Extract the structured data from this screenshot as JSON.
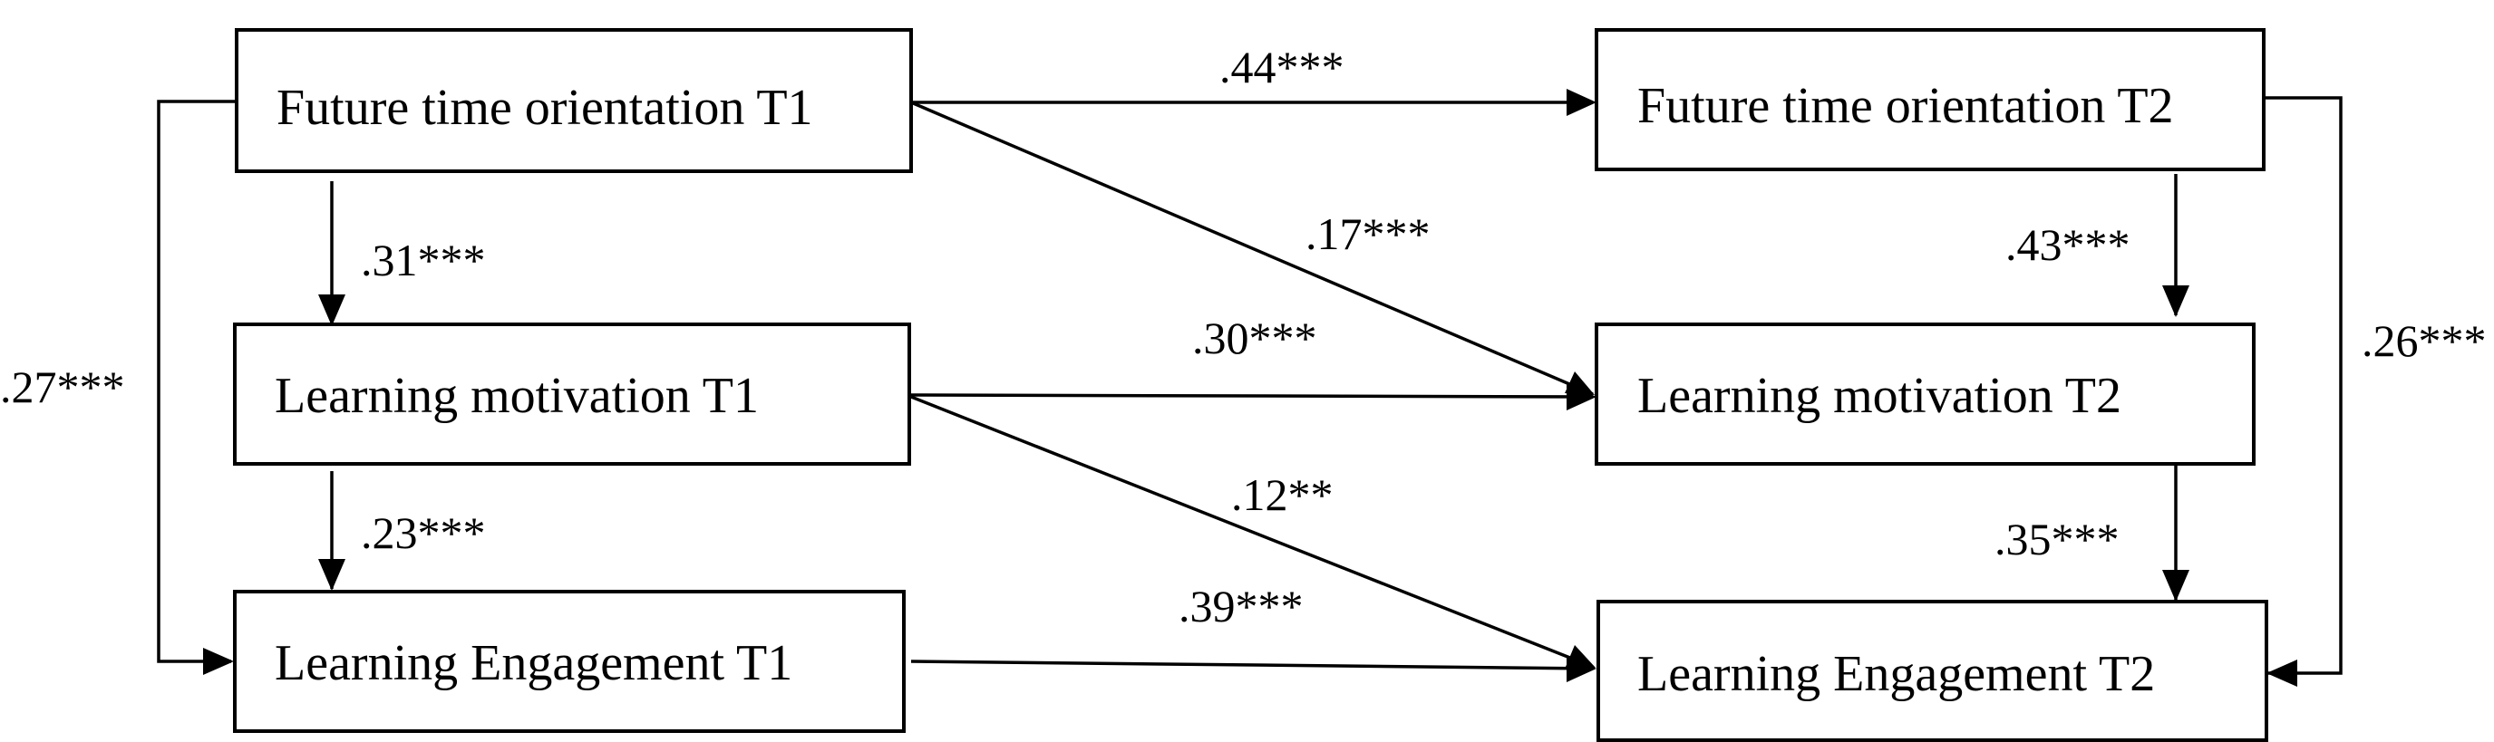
{
  "nodes": {
    "fto_t1": {
      "label": "Future time orientation T1"
    },
    "lm_t1": {
      "label": "Learning motivation T1"
    },
    "le_t1": {
      "label": "Learning Engagement T1"
    },
    "fto_t2": {
      "label": "Future time orientation T2"
    },
    "lm_t2": {
      "label": "Learning motivation T2"
    },
    "le_t2": {
      "label": "Learning Engagement T2"
    }
  },
  "paths": [
    {
      "from": "fto_t1",
      "to": "fto_t2",
      "coefficient": ".44***"
    },
    {
      "from": "fto_t1",
      "to": "lm_t2",
      "coefficient": ".17***"
    },
    {
      "from": "lm_t1",
      "to": "lm_t2",
      "coefficient": ".30***"
    },
    {
      "from": "lm_t1",
      "to": "le_t2",
      "coefficient": ".12**"
    },
    {
      "from": "le_t1",
      "to": "le_t2",
      "coefficient": ".39***"
    },
    {
      "from": "fto_t1",
      "to": "lm_t1",
      "coefficient": ".31***"
    },
    {
      "from": "lm_t1",
      "to": "le_t1",
      "coefficient": ".23***"
    },
    {
      "from": "fto_t1",
      "to": "le_t1",
      "coefficient": ".27***"
    },
    {
      "from": "fto_t2",
      "to": "lm_t2",
      "coefficient": ".43***"
    },
    {
      "from": "lm_t2",
      "to": "le_t2",
      "coefficient": ".35***"
    },
    {
      "from": "fto_t2",
      "to": "le_t2",
      "coefficient": ".26***"
    }
  ]
}
